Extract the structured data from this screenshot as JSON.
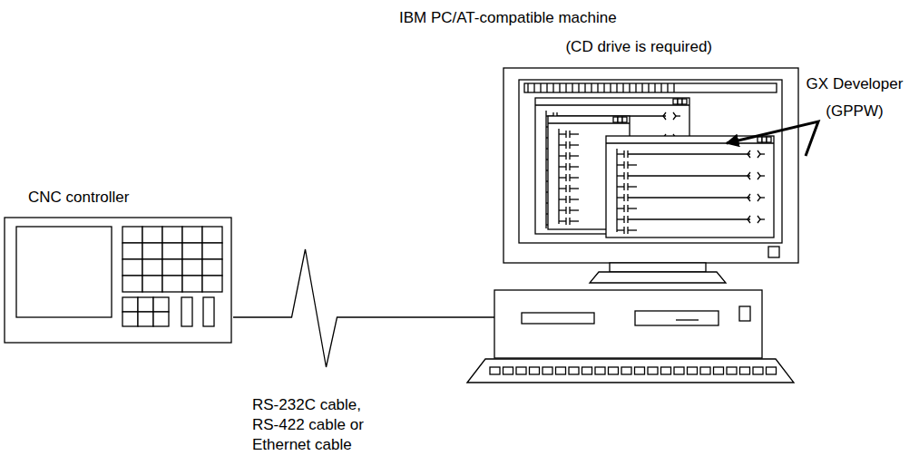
{
  "diagram": {
    "nodes": [
      {
        "text": [
          "CNC controller"
        ]
      },
      {
        "text": [
          "IBM PC/AT-compatible machine",
          "(CD drive is required)"
        ]
      }
    ],
    "edges": [
      {
        "from": 0,
        "to": 1,
        "arrow": "none",
        "label": "RS-232C cable, RS-422 cable or Ethernet cable"
      }
    ],
    "labels": [
      "GX Developer (GPPW)"
    ]
  }
}
